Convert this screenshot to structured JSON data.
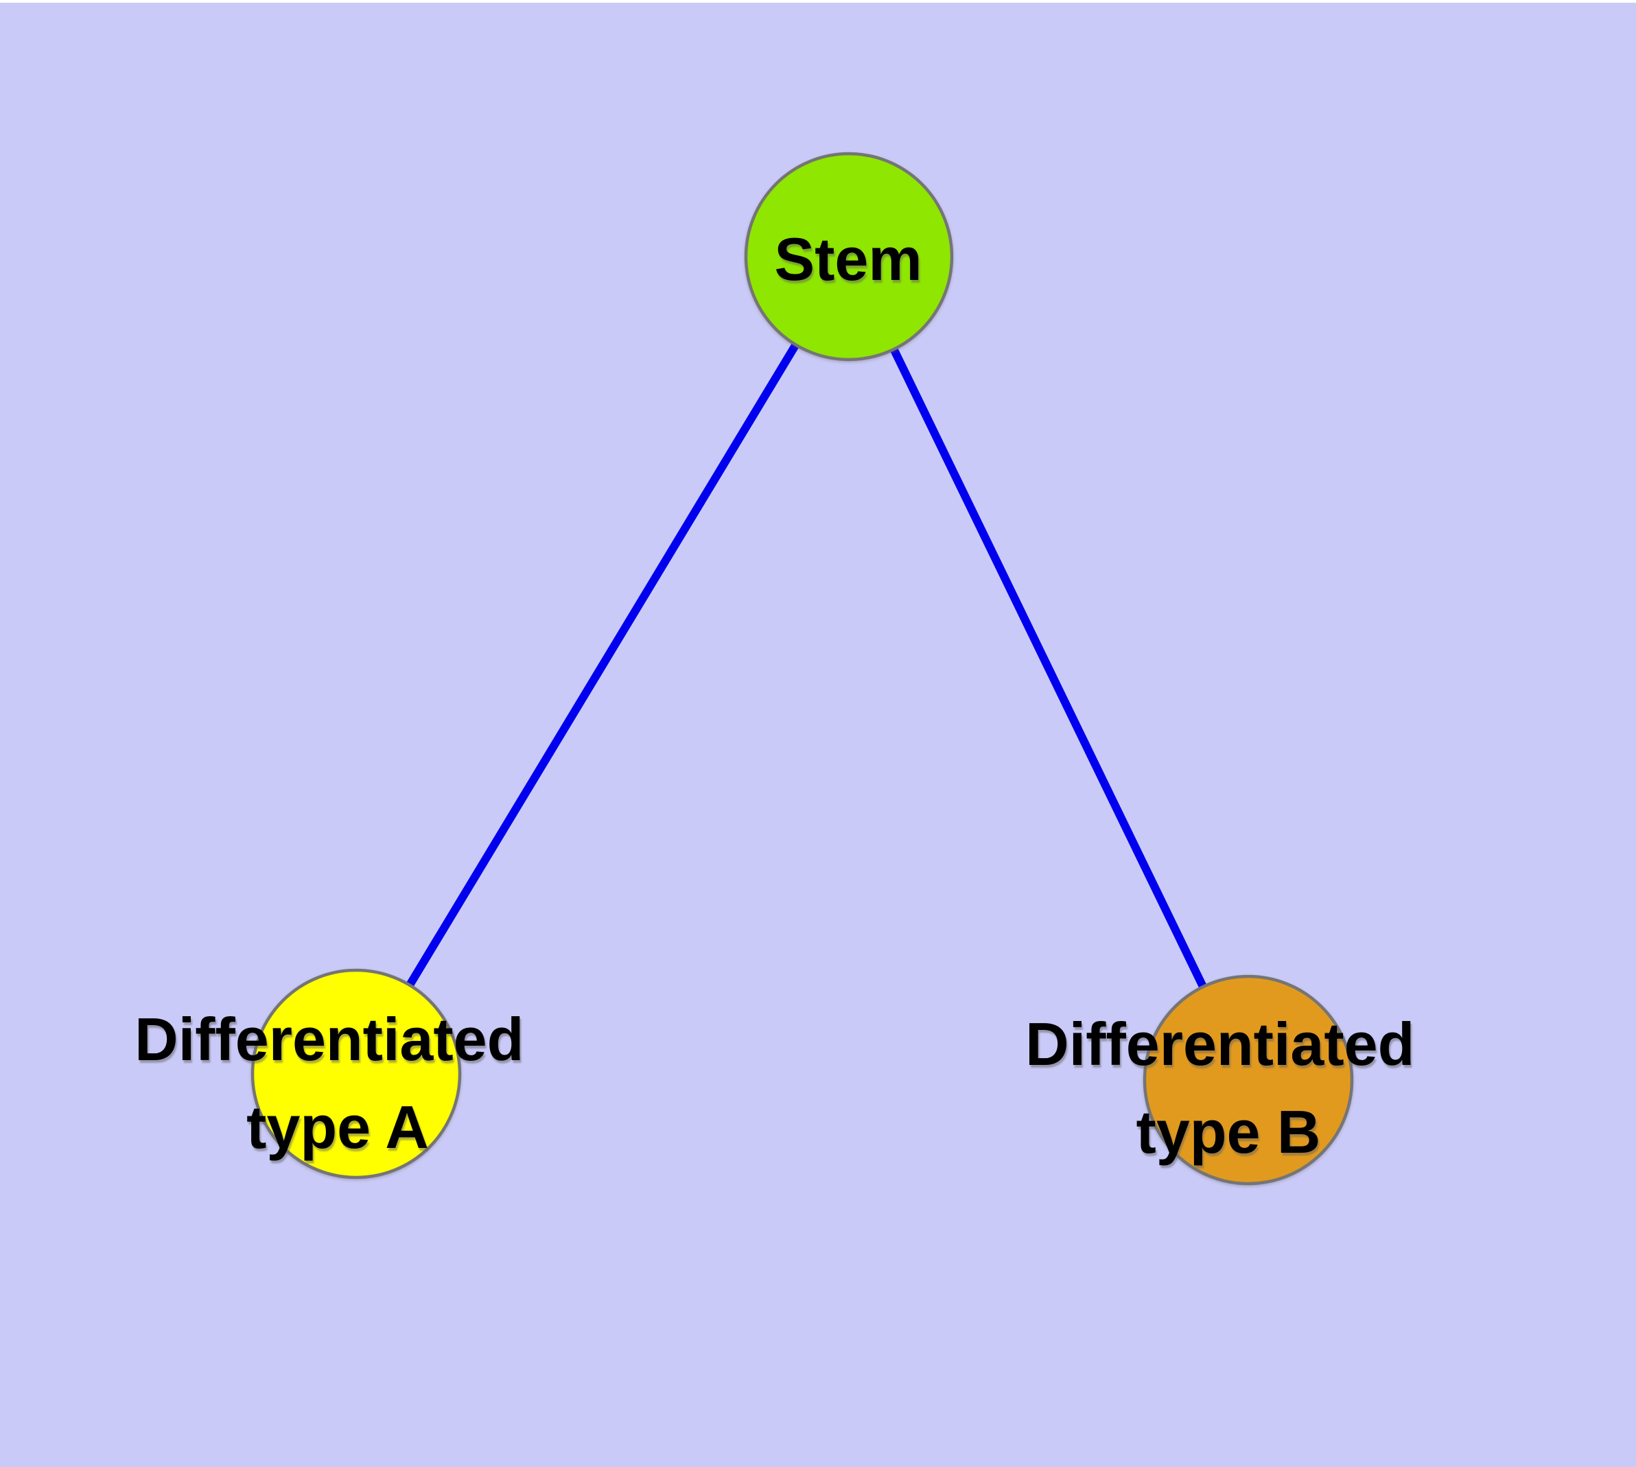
{
  "diagram": {
    "description": "Stem cell differentiation node-link diagram",
    "background_color": "#CACAF8",
    "top_strip_color": "#FFFFFF",
    "edge_color": "#0000EE",
    "edge_width": 12,
    "node_border_color": "#757575",
    "node_border_width": 4.5,
    "label_color": "#000000",
    "nodes": [
      {
        "id": "stem",
        "label": "Stem",
        "line1": "Stem",
        "line2": "",
        "fill": "#8FE600"
      },
      {
        "id": "type-a",
        "label": "Differentiated type A",
        "line1": "Differentiated",
        "line2": "type A",
        "fill": "#FFFF00"
      },
      {
        "id": "type-b",
        "label": "Differentiated type B",
        "line1": "Differentiated",
        "line2": "type B",
        "fill": "#E29A1E"
      }
    ],
    "edges": [
      {
        "from": "Stem",
        "to": "Differentiated type A"
      },
      {
        "from": "Stem",
        "to": "Differentiated type B"
      }
    ]
  }
}
